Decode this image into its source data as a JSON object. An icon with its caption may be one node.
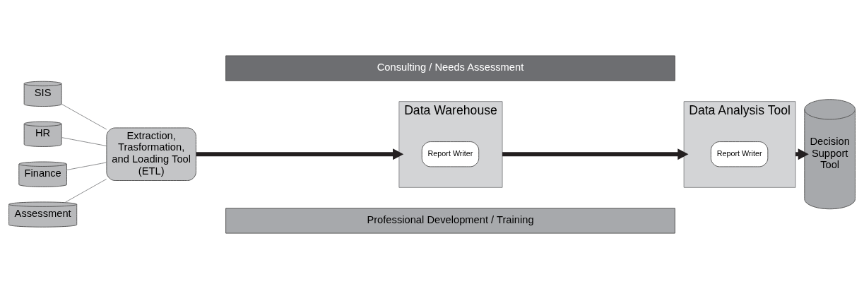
{
  "diagram": {
    "nodes": [
      {
        "text": [
          "SIS"
        ]
      },
      {
        "text": [
          "HR"
        ]
      },
      {
        "text": [
          "Finance"
        ]
      },
      {
        "text": [
          "Assessment"
        ]
      },
      {
        "text": [
          "Extraction, Trasformation, and Loading Tool (ETL)"
        ]
      },
      {
        "text": [
          "Consulting / Needs Assessment"
        ]
      },
      {
        "text": [
          "Data Warehouse"
        ]
      },
      {
        "text": [
          "Report Writer"
        ],
        "in": 6
      },
      {
        "text": [
          "Data Analysis Tool"
        ]
      },
      {
        "text": [
          "Report Writer"
        ],
        "in": 8
      },
      {
        "text": [
          "Decision Support Tool"
        ]
      },
      {
        "text": [
          "Professional Development / Training"
        ]
      }
    ],
    "edges": [
      {
        "from": 0,
        "to": 4,
        "arrow": "none"
      },
      {
        "from": 1,
        "to": 4,
        "arrow": "none"
      },
      {
        "from": 2,
        "to": 4,
        "arrow": "none"
      },
      {
        "from": 3,
        "to": 4,
        "arrow": "none"
      },
      {
        "from": 4,
        "to": 6,
        "arrow": "to",
        "style": "thick",
        "color": "#231f20"
      },
      {
        "from": 6,
        "to": 8,
        "arrow": "to",
        "style": "thick",
        "color": "#231f20"
      },
      {
        "from": 8,
        "to": 10,
        "arrow": "to",
        "style": "thick",
        "color": "#231f20"
      }
    ]
  }
}
